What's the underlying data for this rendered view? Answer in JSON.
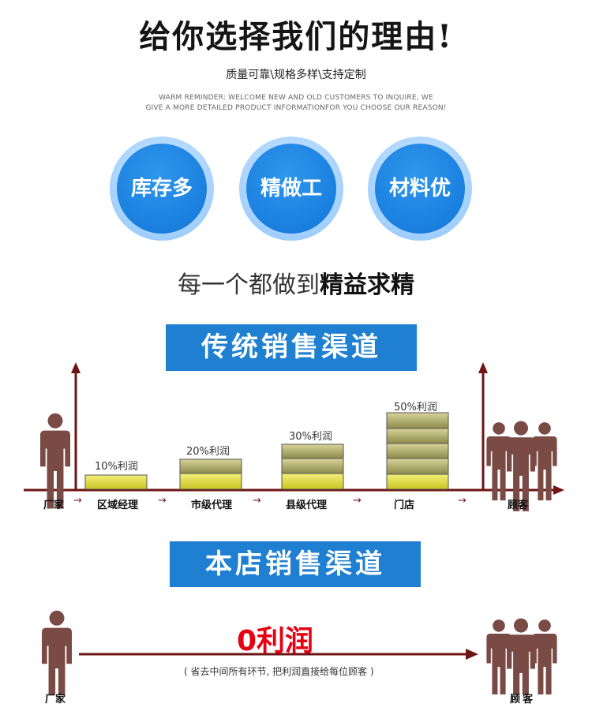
{
  "header": {
    "title": "给你选择我们的理由!",
    "subtitle": "质量可靠\\规格多样\\支持定制",
    "reminder_line1": "WARM REMINDER: WELCOME NEW AND OLD CUSTOMERS TO INQUIRE, WE",
    "reminder_line2": "GIVE A MORE DETAILED PRODUCT INFORMATIONFOR YOU CHOOSE OUR REASON!"
  },
  "features": [
    "库存多",
    "精做工",
    "材料优"
  ],
  "tagline": {
    "normal": "每一个都做到",
    "bold": "精益求精"
  },
  "traditional": {
    "banner": "传统销售渠道",
    "chain": [
      "厂家",
      "区域经理",
      "市级代理",
      "县级代理",
      "门店",
      "顾客"
    ],
    "margins": [
      {
        "label": "10%利润",
        "value": 10
      },
      {
        "label": "20%利润",
        "value": 20
      },
      {
        "label": "30%利润",
        "value": 30
      },
      {
        "label": "50%利润",
        "value": 50
      }
    ],
    "arrow": "→"
  },
  "ours": {
    "banner": "本店销售渠道",
    "from": "厂家",
    "to": "顾客",
    "profit": "0利润",
    "note": "( 省去中间所有环节, 把利润直接给每位顾客 )"
  },
  "colors": {
    "accent_blue": "#1f7fd0",
    "arrow_dark_red": "#6e1414",
    "person_brown": "#7a4a45",
    "profit_red": "#e60012",
    "coin_gold": "#d8d43a"
  }
}
